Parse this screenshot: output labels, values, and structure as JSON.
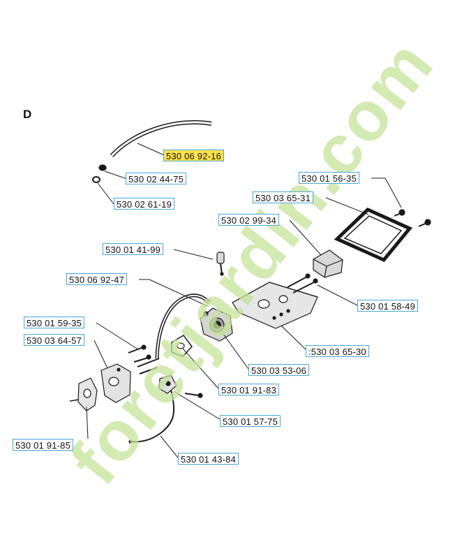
{
  "section": "D",
  "parts": [
    {
      "id": "p1",
      "number": "530 06 92-16",
      "highlighted": true
    },
    {
      "id": "p2",
      "number": "530 02 44-75",
      "highlighted": false
    },
    {
      "id": "p3",
      "number": "530 02 61-19",
      "highlighted": false
    },
    {
      "id": "p4",
      "number": "530 01 56-35",
      "highlighted": false
    },
    {
      "id": "p5",
      "number": "530 03 65-31",
      "highlighted": false
    },
    {
      "id": "p6",
      "number": "530 02 99-34",
      "highlighted": false
    },
    {
      "id": "p7",
      "number": "530 01 41-99",
      "highlighted": false
    },
    {
      "id": "p8",
      "number": "530 06 92-47",
      "highlighted": false
    },
    {
      "id": "p9",
      "number": "530 01 58-49",
      "highlighted": false
    },
    {
      "id": "p10",
      "number": "530 01 59-35",
      "highlighted": false
    },
    {
      "id": "p11",
      "number": "530 03 64-57",
      "highlighted": false
    },
    {
      "id": "p12",
      "number": ":530 03 65-30",
      "highlighted": false
    },
    {
      "id": "p13",
      "number": "530 03 53-06",
      "highlighted": false
    },
    {
      "id": "p14",
      "number": "530 01 91-83",
      "highlighted": false
    },
    {
      "id": "p15",
      "number": "530 01 57-75",
      "highlighted": false
    },
    {
      "id": "p16",
      "number": "530 01 91-85",
      "highlighted": false
    },
    {
      "id": "p17",
      "number": "530 01 43-84",
      "highlighted": false
    }
  ],
  "watermark": {
    "text": "foretjardin.com",
    "colors": {
      "green": "#c5e39a",
      "orange": "#f6c07a",
      "grey": "#d8d0c6"
    }
  },
  "colors": {
    "label_border": "#49a7d6",
    "highlight": "#ffe24a",
    "line": "#1a1a1a"
  }
}
